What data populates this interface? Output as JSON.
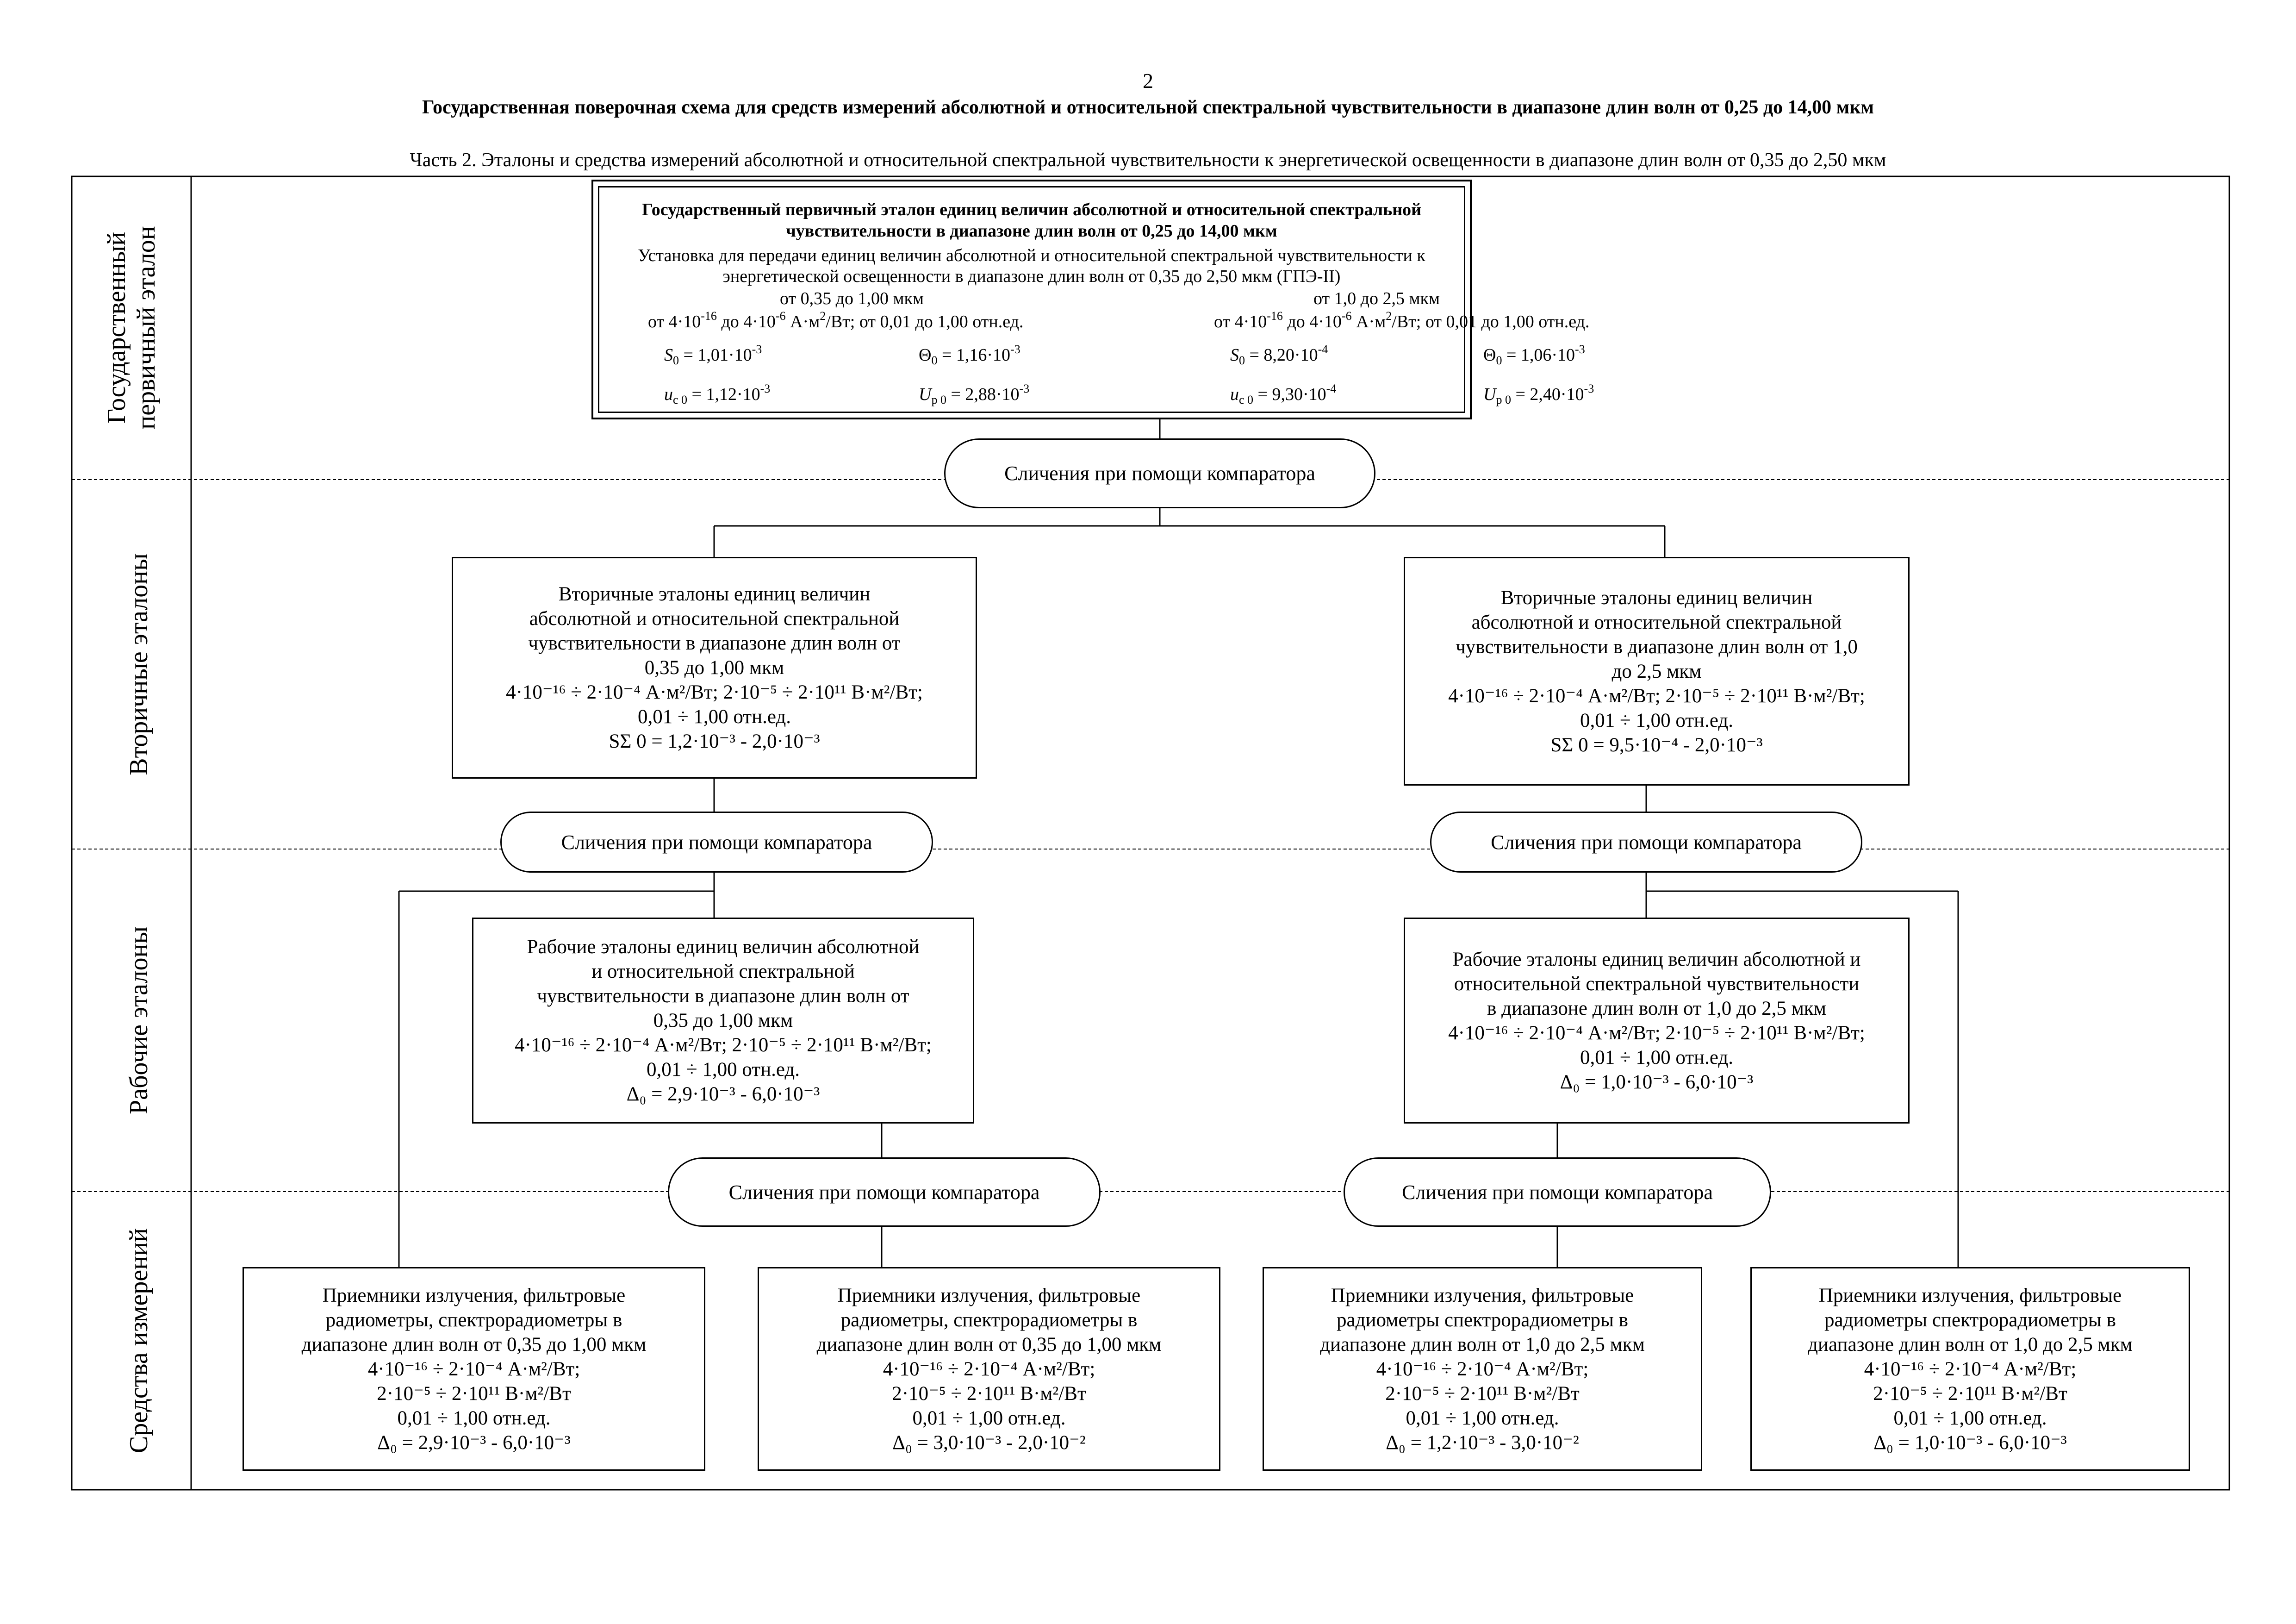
{
  "page_number": "2",
  "title": "Государственная поверочная схема для средств измерений абсолютной и относительной спектральной чувствительности в диапазоне длин волн от 0,25 до 14,00 мкм",
  "subtitle": "Часть 2. Эталоны и средства измерений абсолютной и относительной спектральной чувствительности к энергетической освещенности в диапазоне длин волн от 0,35 до 2,50 мкм",
  "row_labels": {
    "primary": [
      "Государственный",
      "первичный эталон"
    ],
    "secondary": "Вторичные эталоны",
    "working": "Рабочие эталоны",
    "instruments": "Средства измерений"
  },
  "comparator_label": "Сличения при помощи компаратора",
  "primary": {
    "title_line1": "Государственный первичный эталон единиц величин абсолютной и относительной спектральной",
    "title_line2": "чувствительности в диапазоне длин волн от 0,25 до 14,00 мкм",
    "install_line1": "Установка для передачи единиц величин абсолютной и относительной спектральной чувствительности к",
    "install_line2": "энергетической освещенности в диапазоне длин волн от 0,35 до 2,50 мкм (ГПЭ-II)",
    "left": {
      "range": "от 0,35 до 1,00 мкм",
      "units_a": "от 4·10",
      "units_a_exp": "-16",
      "units_b": " до 4·10",
      "units_b_exp": "-6",
      "units_c": " А·м",
      "units_c_exp": "2",
      "units_d": "/Вт; от 0,01 до 1,00 отн.ед.",
      "S": "S",
      "S_sub": "0",
      "S_val": " = 1,01·10",
      "S_exp": "-3",
      "Theta": "Θ",
      "Theta_sub": "0",
      "Theta_val": " = 1,16·10",
      "Theta_exp": "-3",
      "u": "u",
      "u_sub": "c 0",
      "u_val": " = 1,12·10",
      "u_exp": "-3",
      "U": "U",
      "U_sub": "p 0",
      "U_val": " = 2,88·10",
      "U_exp": "-3"
    },
    "right": {
      "range": "от 1,0 до 2,5 мкм",
      "units_a": "от 4·10",
      "units_a_exp": "-16",
      "units_b": " до 4·10",
      "units_b_exp": "-6",
      "units_c": " А·м",
      "units_c_exp": "2",
      "units_d": "/Вт; от 0,01 до 1,00 отн.ед.",
      "S": "S",
      "S_sub": "0",
      "S_val": " = 8,20·10",
      "S_exp": "-4",
      "Theta": "Θ",
      "Theta_sub": "0",
      "Theta_val": " = 1,06·10",
      "Theta_exp": "-3",
      "u": "u",
      "u_sub": "c 0",
      "u_val": " = 9,30·10",
      "u_exp": "-4",
      "U": "U",
      "U_sub": "p 0",
      "U_val": " = 2,40·10",
      "U_exp": "-3"
    }
  },
  "secondary_left": [
    "Вторичные эталоны единиц величин",
    "абсолютной и относительной спектральной",
    "чувствительности в диапазоне длин волн от",
    "0,35 до 1,00 мкм",
    "4·10⁻¹⁶ ÷ 2·10⁻⁴ А·м²/Вт; 2·10⁻⁵ ÷ 2·10¹¹ В·м²/Вт;",
    "0,01 ÷ 1,00 отн.ед.",
    "SΣ 0 = 1,2·10⁻³ - 2,0·10⁻³"
  ],
  "secondary_right": [
    "Вторичные эталоны единиц величин",
    "абсолютной и относительной спектральной",
    "чувствительности в диапазоне длин волн от 1,0",
    "до 2,5 мкм",
    "4·10⁻¹⁶ ÷ 2·10⁻⁴ А·м²/Вт; 2·10⁻⁵ ÷ 2·10¹¹ В·м²/Вт;",
    "0,01 ÷ 1,00 отн.ед.",
    "SΣ 0 = 9,5·10⁻⁴ - 2,0·10⁻³"
  ],
  "working_left": [
    "Рабочие эталоны единиц величин абсолютной",
    "и относительной спектральной",
    "чувствительности в диапазоне длин волн от",
    "0,35 до 1,00 мкм",
    "4·10⁻¹⁶ ÷ 2·10⁻⁴ А·м²/Вт; 2·10⁻⁵ ÷ 2·10¹¹ В·м²/Вт;",
    "0,01 ÷ 1,00 отн.ед.",
    "Δ₀ = 2,9·10⁻³ - 6,0·10⁻³"
  ],
  "working_right": [
    "Рабочие эталоны единиц величин абсолютной и",
    "относительной спектральной чувствительности",
    "в диапазоне длин волн от 1,0 до 2,5 мкм",
    "4·10⁻¹⁶ ÷ 2·10⁻⁴ А·м²/Вт; 2·10⁻⁵ ÷ 2·10¹¹ В·м²/Вт;",
    "0,01 ÷ 1,00 отн.ед.",
    "Δ₀ = 1,0·10⁻³ - 6,0·10⁻³"
  ],
  "instruments": [
    [
      "Приемники излучения, фильтровые",
      "радиометры, спектрорадиометры в",
      "диапазоне длин волн от 0,35 до 1,00 мкм",
      "4·10⁻¹⁶ ÷ 2·10⁻⁴ А·м²/Вт;",
      "2·10⁻⁵ ÷ 2·10¹¹ В·м²/Вт",
      "0,01 ÷ 1,00 отн.ед.",
      "Δ₀ = 2,9·10⁻³ - 6,0·10⁻³"
    ],
    [
      "Приемники излучения, фильтровые",
      "радиометры, спектрорадиометры в",
      "диапазоне длин волн от 0,35 до 1,00 мкм",
      "4·10⁻¹⁶ ÷ 2·10⁻⁴ А·м²/Вт;",
      "2·10⁻⁵ ÷ 2·10¹¹ В·м²/Вт",
      "0,01 ÷ 1,00 отн.ед.",
      "Δ₀ = 3,0·10⁻³ - 2,0·10⁻²"
    ],
    [
      "Приемники излучения, фильтровые",
      "радиометры спектрорадиометры в",
      "диапазоне длин волн от 1,0 до 2,5 мкм",
      "4·10⁻¹⁶ ÷ 2·10⁻⁴ А·м²/Вт;",
      "2·10⁻⁵ ÷ 2·10¹¹ В·м²/Вт",
      "0,01 ÷ 1,00 отн.ед.",
      "Δ₀ = 1,2·10⁻³ - 3,0·10⁻²"
    ],
    [
      "Приемники излучения, фильтровые",
      "радиометры спектрорадиометры в",
      "диапазоне длин волн от 1,0 до 2,5 мкм",
      "4·10⁻¹⁶ ÷ 2·10⁻⁴ А·м²/Вт;",
      "2·10⁻⁵ ÷ 2·10¹¹ В·м²/Вт",
      "0,01 ÷ 1,00 отн.ед.",
      "Δ₀ = 1,0·10⁻³ - 6,0·10⁻³"
    ]
  ]
}
